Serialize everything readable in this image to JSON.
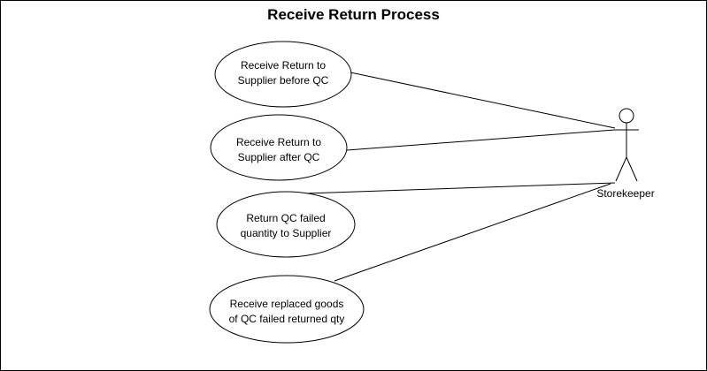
{
  "title": "Receive Return Process",
  "actor": {
    "name": "Storekeeper"
  },
  "use_cases": [
    {
      "line1": "Receive Return to",
      "line2": "Supplier before QC"
    },
    {
      "line1": "Receive Return to",
      "line2": "Supplier after QC"
    },
    {
      "line1": "Return QC failed",
      "line2": "quantity to Supplier"
    },
    {
      "line1": "Receive replaced goods",
      "line2": "of QC failed returned qty"
    }
  ]
}
